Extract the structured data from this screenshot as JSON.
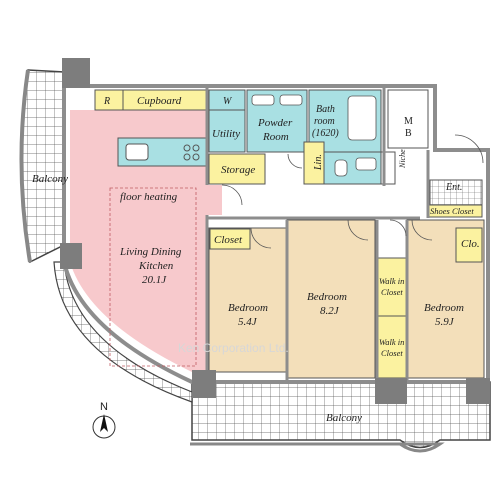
{
  "labels": {
    "balcony_left": "Balcony",
    "balcony_bottom": "Balcony",
    "r": "R",
    "cupboard": "Cupboard",
    "w": "W",
    "utility": "Utility",
    "powder_room_1": "Powder",
    "powder_room_2": "Room",
    "bathroom_1": "Bath",
    "bathroom_2": "room",
    "bathroom_3": "(1620)",
    "mb_1": "M",
    "mb_2": "B",
    "storage": "Storage",
    "lin": "Lin.",
    "niche": "Niche",
    "ent": "Ent.",
    "shoes_closet": "Shoes Closet",
    "floor_heating": "floor heating",
    "ldk_1": "Living Dining",
    "ldk_2": "Kitchen",
    "ldk_3": "20.1J",
    "closet": "Closet",
    "clo": "Clo.",
    "bedroom1_name": "Bedroom",
    "bedroom1_size": "5.4J",
    "bedroom2_name": "Bedroom",
    "bedroom2_size": "8.2J",
    "bedroom3_name": "Bedroom",
    "bedroom3_size": "5.9J",
    "wic1_1": "Walk in",
    "wic1_2": "Closet",
    "wic2_1": "Walk in",
    "wic2_2": "Closet",
    "watermark": "Ken Corporation Ltd.",
    "north": "N"
  },
  "colors": {
    "ldk": "#f7c9cc",
    "bedroom": "#f3dfba",
    "wet_area": "#a9e0e3",
    "storage": "#fbf2a0",
    "wall": "#9a9a9a",
    "column": "#7d7d7d",
    "grid": "#555555"
  }
}
